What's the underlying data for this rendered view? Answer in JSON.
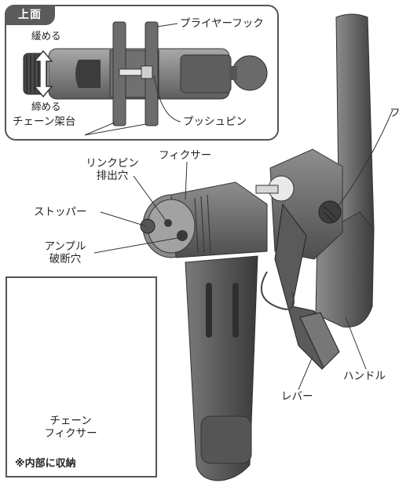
{
  "inset_top": {
    "tag": "上面",
    "labels": {
      "plier_hook": "プライヤーフック",
      "loosen": "緩める",
      "tighten": "締める",
      "chain_stand": "チェーン架台",
      "push_pin": "プッシュピン"
    }
  },
  "main": {
    "labels": {
      "fixer": "フィクサー",
      "link_pin_line1": "リンクピン",
      "link_pin_line2": "排出穴",
      "stopper": "ストッパー",
      "ampoule_line1": "アンプル",
      "ampoule_line2": "破断穴",
      "handle": "ハンドル",
      "lever": "レバー",
      "cutoff_right": "フ"
    }
  },
  "inset_storage": {
    "fixer_line1": "チェーン",
    "fixer_line2": "フィクサー",
    "note": "※内部に収納"
  },
  "colors": {
    "body_dark": "#4a4a4a",
    "body_mid": "#6b6b6b",
    "body_light": "#9a9a9a",
    "frame": "#555555"
  }
}
